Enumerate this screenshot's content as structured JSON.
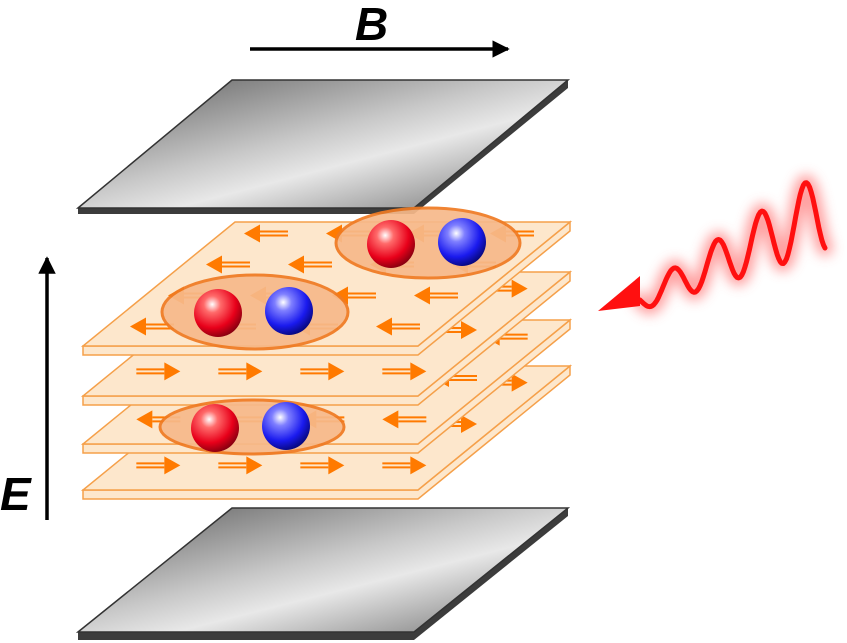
{
  "labels": {
    "b_field": "B",
    "e_field": "E"
  },
  "colors": {
    "plate_dark": "#555555",
    "plate_light": "#e6e6e6",
    "layer_fill": "#fde7cc",
    "layer_edge": "#f5a04a",
    "arrow": "#ff7a00",
    "exciton_fill": "#f7b98a",
    "exciton_edge": "#ef7a22",
    "electron": "#e8001a",
    "hole": "#1a1aee",
    "photon": "#ff1010"
  },
  "icons": {
    "electron": "red-sphere",
    "hole": "blue-sphere",
    "photon": "wavy-arrow",
    "field_arrow": "straight-arrow"
  }
}
